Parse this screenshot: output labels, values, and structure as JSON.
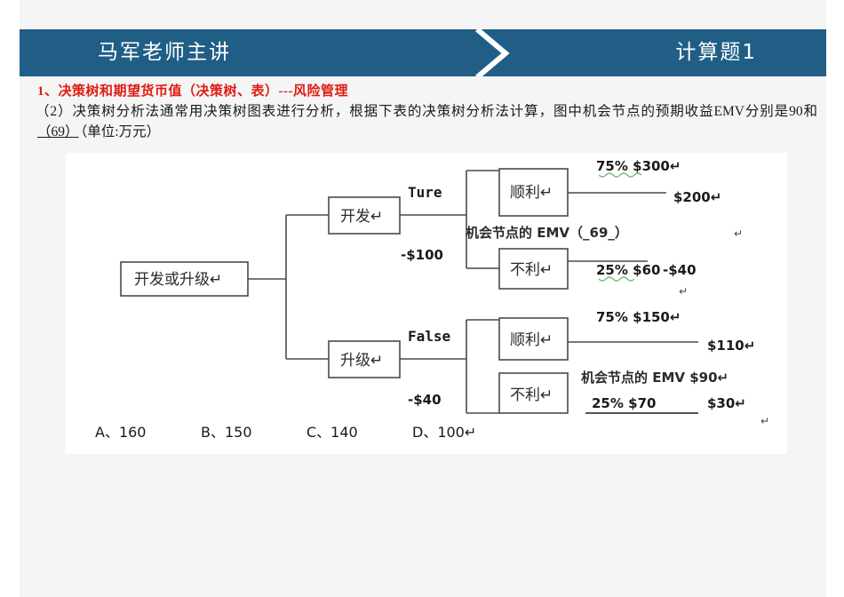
{
  "header": {
    "left_title": "马军老师主讲",
    "right_title": "计算题1",
    "bar_color": "#205e86",
    "chevron_icon": "chevron-right-icon"
  },
  "section_heading": "1、决策树和期望货币值（决策树、表）---风险管理",
  "heading_color": "#e01b12",
  "question": {
    "part1": "（2）决策树分析法通常用决策树图表进行分析，根据下表的决策树分析法计算，图中机会节点的预期收益EMV分别是90和",
    "blank": "（69）",
    "part2": "（单位:万元）"
  },
  "diagram": {
    "root_node": "开发或升级↵",
    "upper": {
      "decision_node": "开发↵",
      "branch_label": "Ture",
      "cost": "-$100",
      "good_node": "顺利↵",
      "good_prob_value": "75%  $300↵",
      "good_result": "$200↵",
      "emv_text": "机会节点的 EMV（_69_）",
      "bad_node": "不利↵",
      "bad_prob_value": "25%  $60",
      "bad_result": "-$40",
      "cr_mark": "↵"
    },
    "lower": {
      "decision_node": "升级↵",
      "branch_label": "False",
      "cost": "-$40",
      "good_node": "顺利↵",
      "good_prob_value": "75% $150↵",
      "good_result": "$110↵",
      "emv_text": "机会节点的 EMV $90↵",
      "bad_node": "不利↵",
      "bad_prob_value": "25% $70",
      "bad_result": "$30↵",
      "cr_mark": "↵"
    },
    "options": [
      "A、160",
      "B、150",
      "C、140",
      "D、100↵"
    ]
  }
}
